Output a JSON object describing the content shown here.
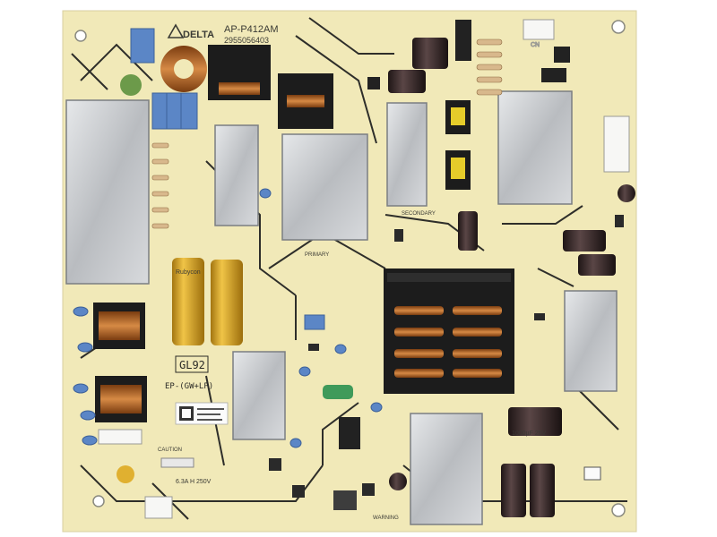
{
  "board": {
    "brand": "DELTA",
    "model": "AP-P412AM",
    "part_number": "2955056403",
    "revision": "GL92",
    "rating": "EP-(GW+LP)",
    "fuse": "6.3A H 250V",
    "secondary": "SECONDARY",
    "primary": "PRIMARY",
    "caution": "CAUTION",
    "warning": "WARNING"
  },
  "colors": {
    "pcb": "#f1e9b8",
    "trace": "#2e2e2a",
    "heatsink": "#c9ccd0",
    "electrolytic_gold": "#d9a520",
    "electrolytic_dark": "#3a2b2b",
    "transformer_black": "#1c1c1c",
    "copper": "#b8662a",
    "film_cap_blue": "#5b86c6",
    "varistor_green": "#6c9a4a"
  },
  "components": {
    "bulk_caps_label": "Rubycon",
    "output_caps_label": "1000µF 25V",
    "connector_label": "CN"
  }
}
